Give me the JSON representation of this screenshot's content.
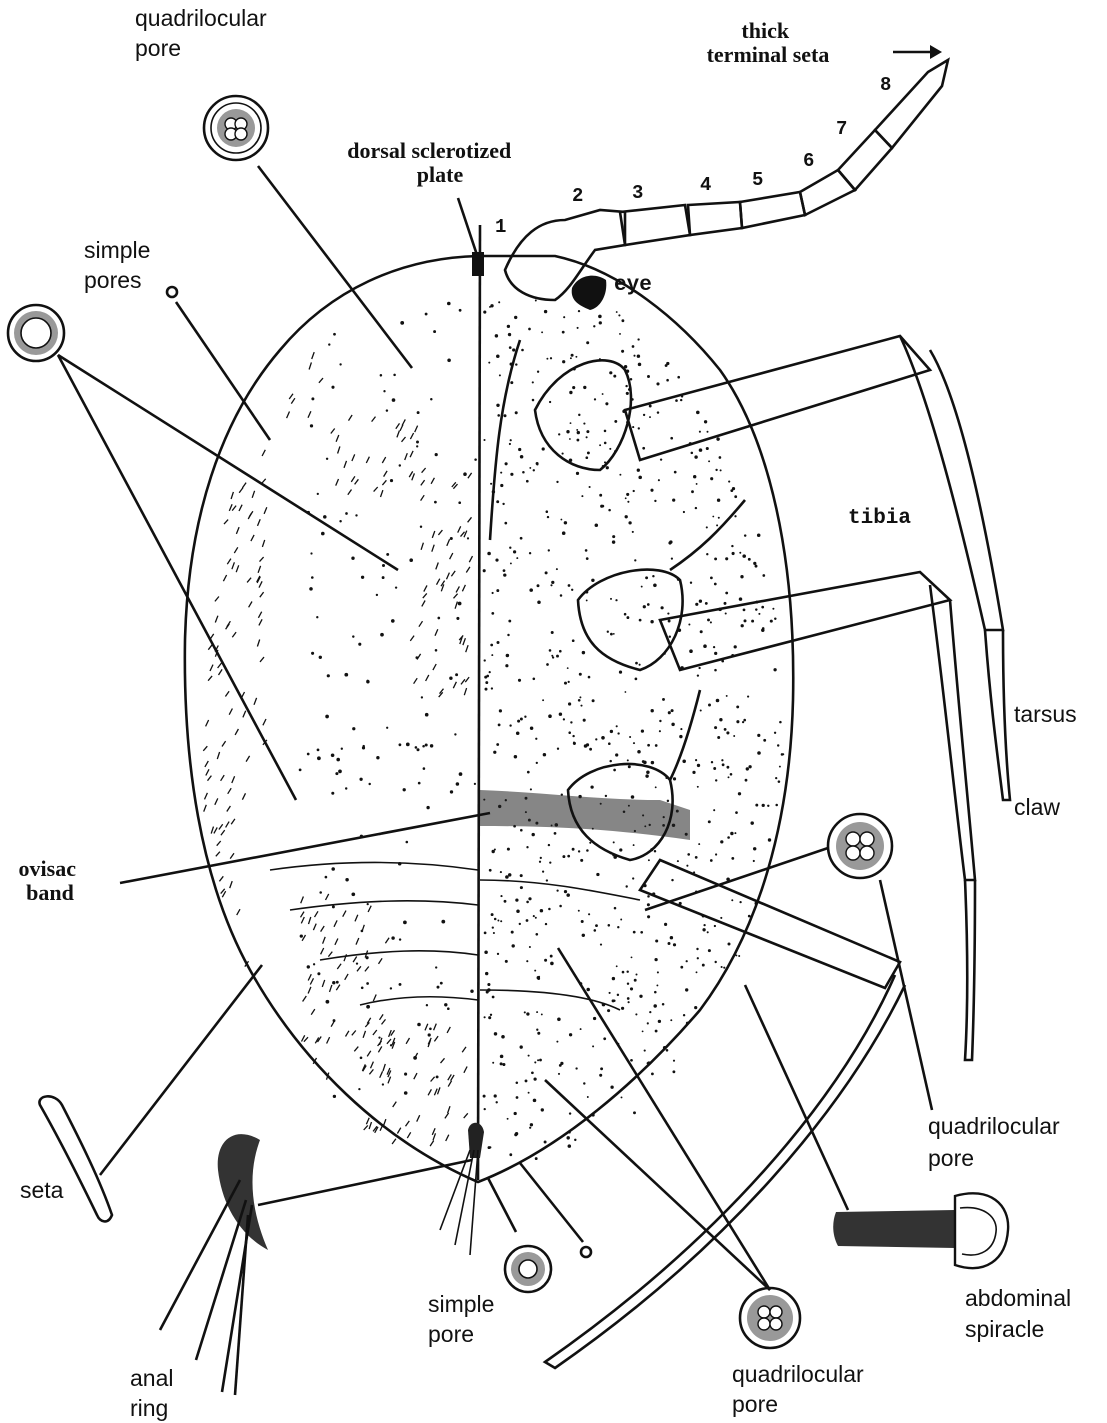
{
  "labels": {
    "quadrilocular_pore_top": [
      "quadrilocular",
      "pore"
    ],
    "dorsal_plate": [
      "dorsal sclerotized",
      "plate"
    ],
    "thick_seta": [
      "thick",
      "terminal seta"
    ],
    "simple_pores": [
      "simple",
      "pores"
    ],
    "eye": "eye",
    "tibia": "tibia",
    "tarsus": "tarsus",
    "claw": "claw",
    "ovisac_band": [
      "ovisac",
      "band"
    ],
    "seta": "seta",
    "quadrilocular_pore_right": [
      "quadrilocular",
      "pore"
    ],
    "abdominal_spiracle": [
      "abdominal",
      "spiracle"
    ],
    "simple_pore_bottom": [
      "simple",
      "pore"
    ],
    "quadrilocular_pore_bottom": [
      "quadrilocular",
      "pore"
    ],
    "anal_ring": [
      "anal",
      "ring"
    ]
  },
  "antenna_segments": [
    "1",
    "2",
    "3",
    "4",
    "5",
    "6",
    "7",
    "8"
  ]
}
